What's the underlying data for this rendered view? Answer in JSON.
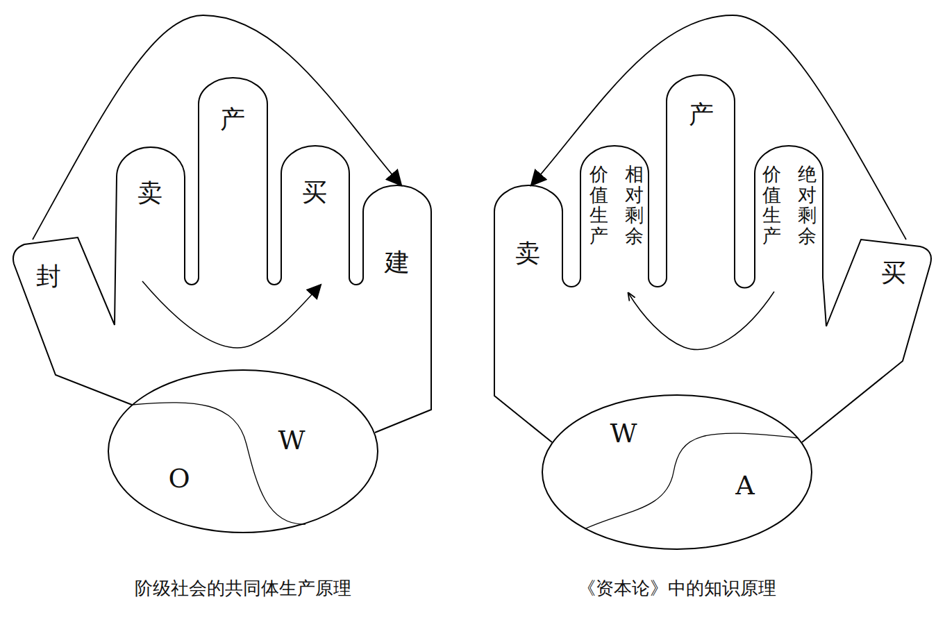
{
  "diagram": {
    "nodes": [
      {
        "text": [
          "封"
        ]
      },
      {
        "text": [
          "卖"
        ]
      },
      {
        "text": [
          "产"
        ]
      },
      {
        "text": [
          "买"
        ]
      },
      {
        "text": [
          "建"
        ]
      },
      {
        "text": [
          "O",
          "W"
        ]
      },
      {
        "text": [
          "卖"
        ]
      },
      {
        "text": [
          "相对剩余",
          "价值生产"
        ]
      },
      {
        "text": [
          "产"
        ]
      },
      {
        "text": [
          "绝对剩余",
          "价值生产"
        ]
      },
      {
        "text": [
          "买"
        ]
      },
      {
        "text": [
          "W",
          "A"
        ]
      }
    ],
    "edges": [
      {
        "from": 0,
        "to": 4,
        "arrow": "to"
      },
      {
        "from": 10,
        "to": 6,
        "arrow": "to"
      }
    ],
    "labels": [
      "阶级社会的共同体生产原理",
      "《资本论》中的知识原理"
    ]
  }
}
